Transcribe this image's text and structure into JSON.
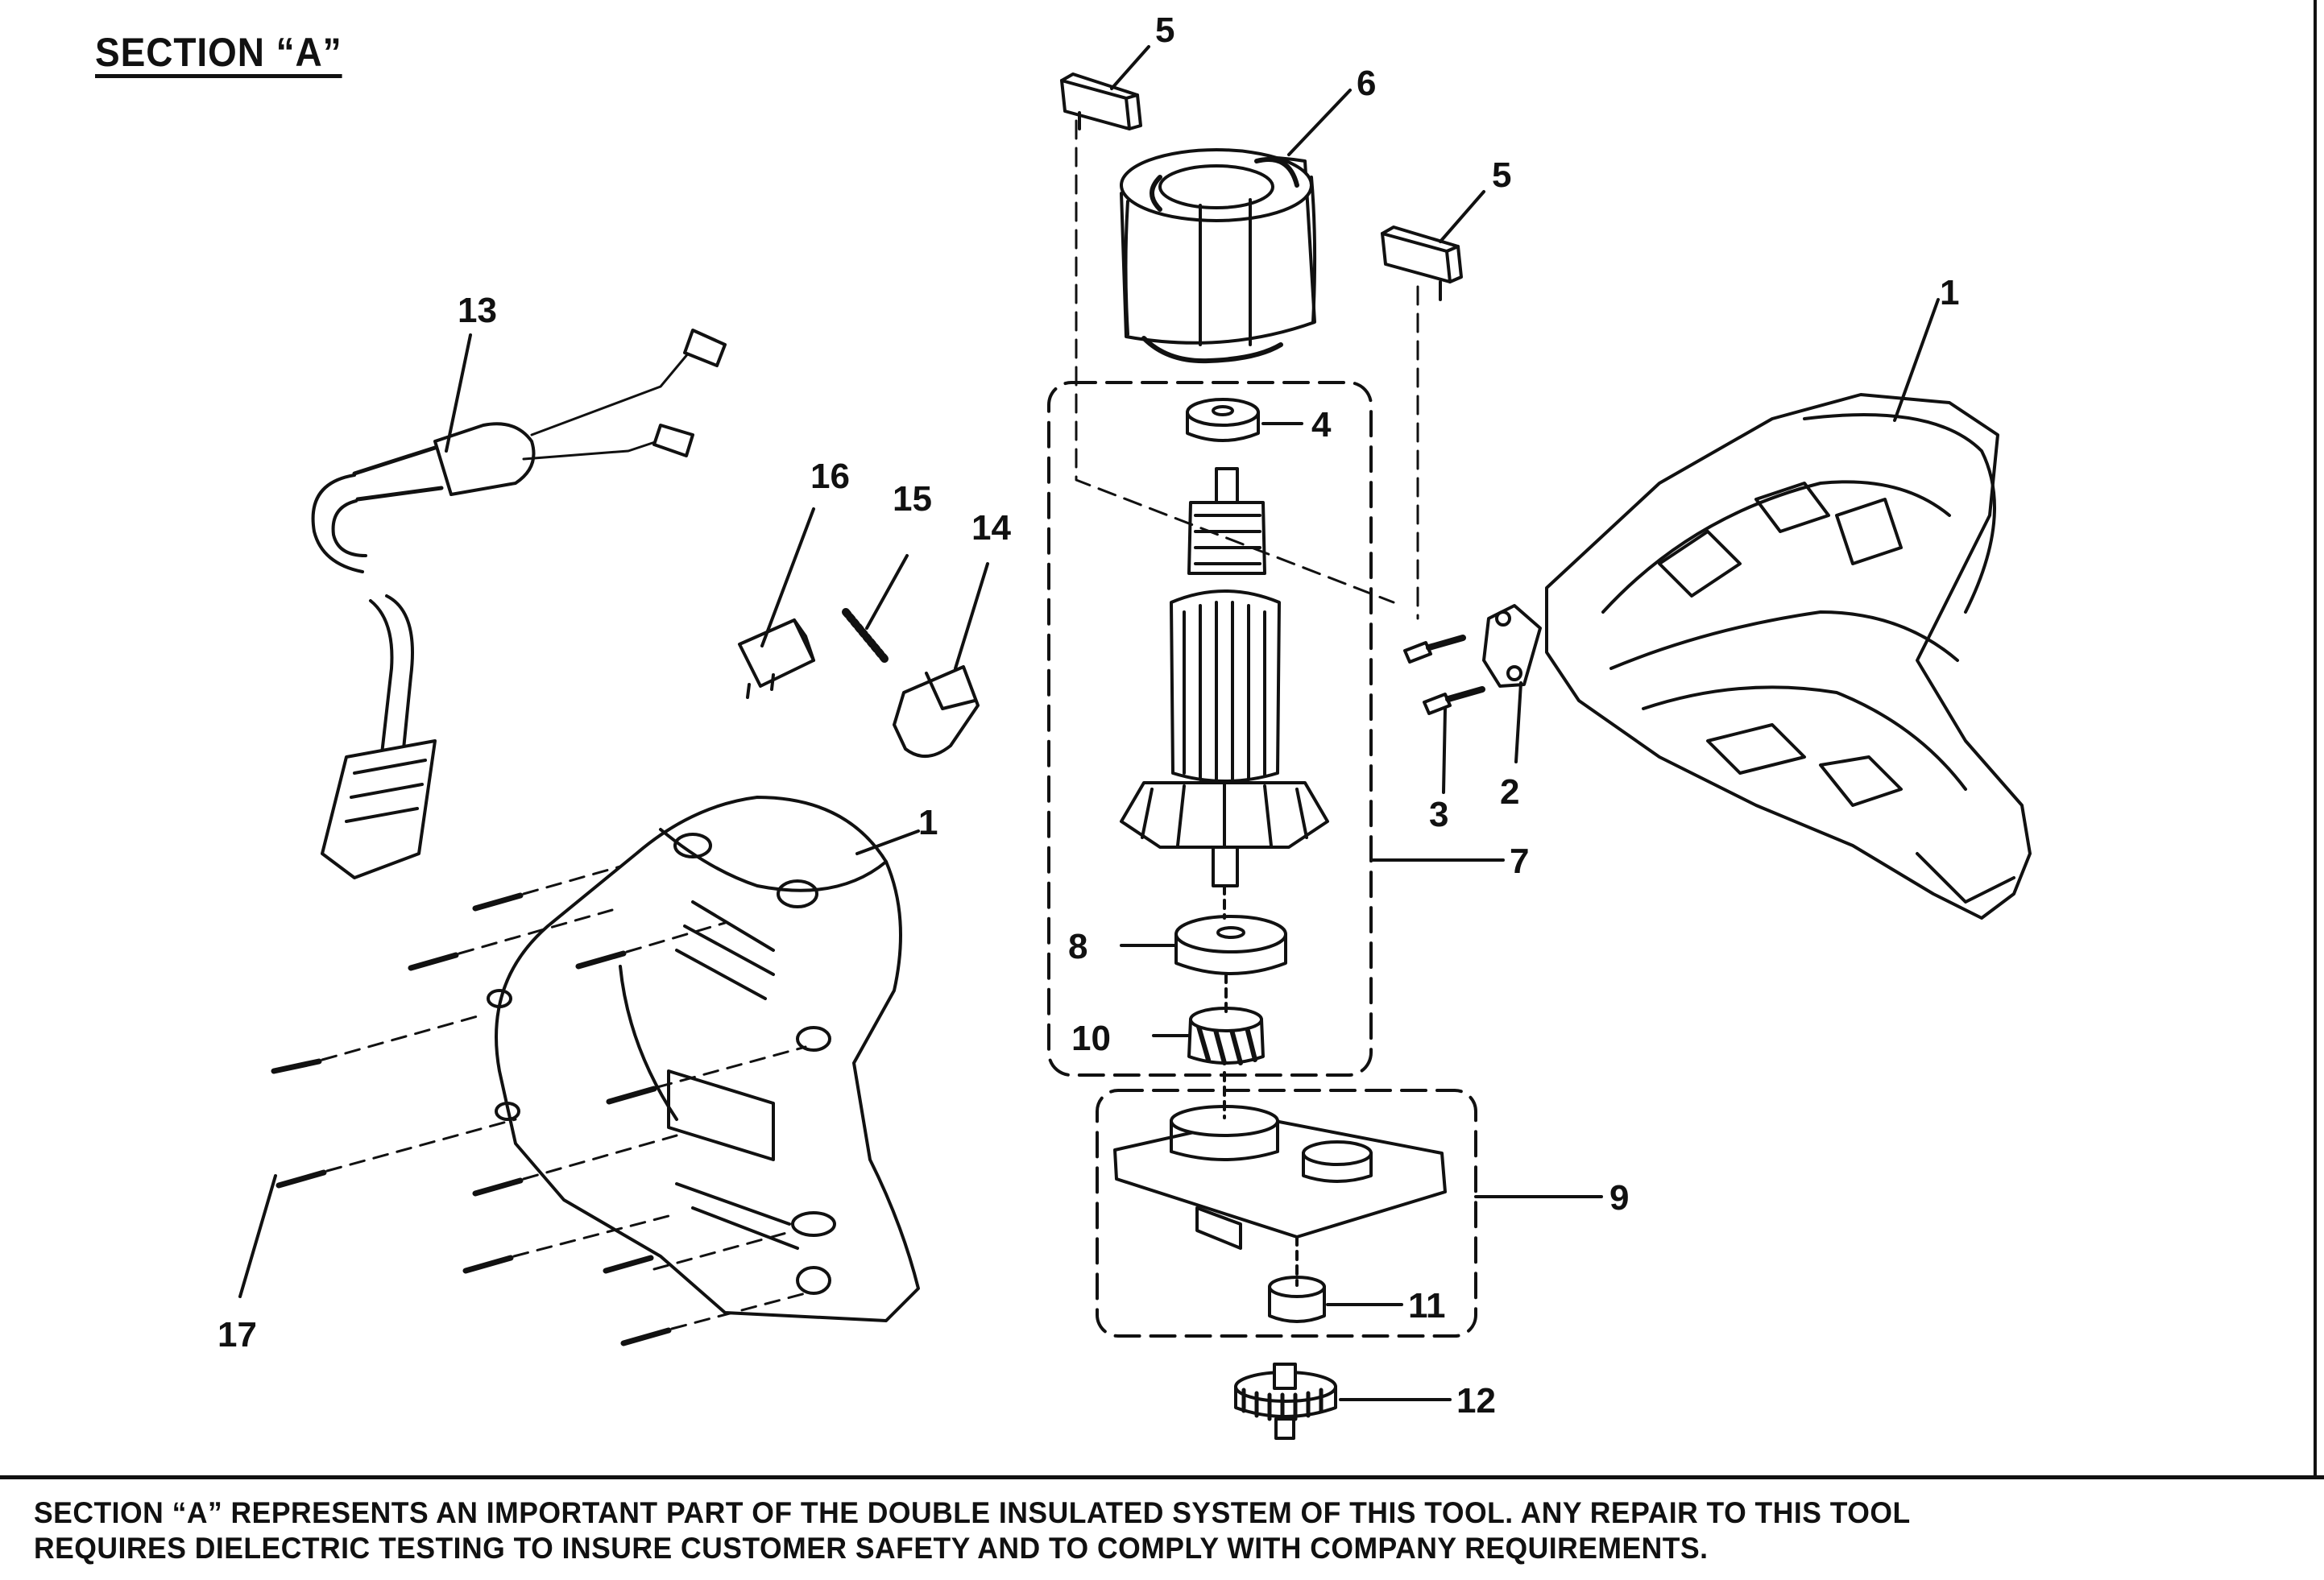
{
  "section_title": "SECTION “A”",
  "note": {
    "line1": "SECTION “A” REPRESENTS AN IMPORTANT PART OF THE DOUBLE INSULATED SYSTEM OF THIS TOOL. ANY REPAIR TO THIS TOOL",
    "line2": "REQUIRES DIELECTRIC TESTING TO INSURE CUSTOMER SAFETY AND TO COMPLY WITH COMPANY REQUIREMENTS."
  },
  "callouts": {
    "c1_right": "1",
    "c1_left": "1",
    "c2": "2",
    "c3": "3",
    "c4": "4",
    "c5_left": "5",
    "c5_right": "5",
    "c6": "6",
    "c7": "7",
    "c8": "8",
    "c9": "9",
    "c10": "10",
    "c11": "11",
    "c12": "12",
    "c13": "13",
    "c14": "14",
    "c15": "15",
    "c16": "16",
    "c17": "17"
  }
}
